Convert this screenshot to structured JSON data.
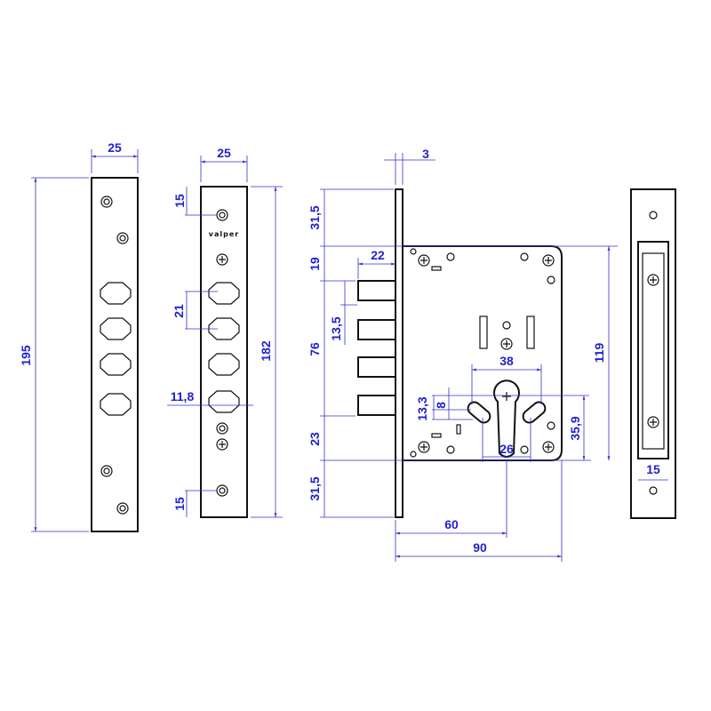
{
  "brand": "valper",
  "front_plate": {
    "width": "25",
    "height": "195"
  },
  "cover_plate": {
    "width": "25",
    "height": "182",
    "top_offset": "15",
    "bolt_pitch": "21",
    "bolt_width": "11,8",
    "bottom_offset": "15"
  },
  "lock_body": {
    "faceplate_thickness": "3",
    "top_margin": "31,5",
    "top_to_bolt": "19",
    "bolt_projection": "22",
    "bolt_spacing": "13,5",
    "bolt_span": "76",
    "bolt_to_bottom": "23",
    "bottom_margin": "31,5",
    "case_height": "119",
    "screw_spacing": "38",
    "cyl_offset_a": "13,3",
    "cyl_offset_b": "8",
    "cyl_to_bottom": "35,9",
    "cyl_screw_spacing": "26",
    "backset": "60",
    "case_depth": "90"
  },
  "strike_plate": {
    "width": "15"
  },
  "colors": {
    "dimension": "#2222cc",
    "outline": "#111111"
  }
}
